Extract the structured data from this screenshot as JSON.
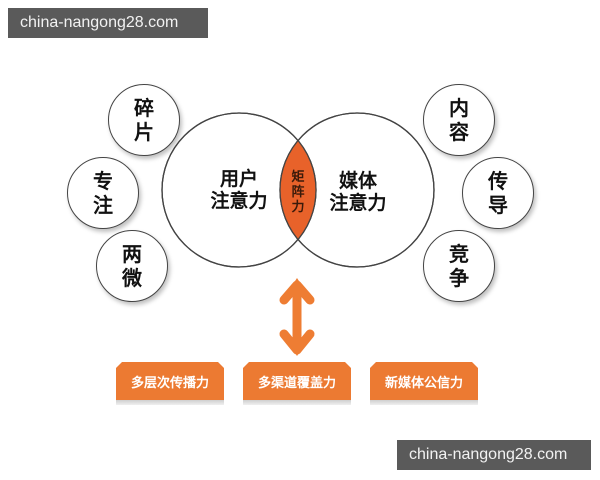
{
  "watermarks": {
    "top": "china-nangong28.com",
    "bottom": "china-nangong28.com"
  },
  "colors": {
    "accent_orange": "#ec7a32",
    "overlap_fill": "#e8622a",
    "circle_stroke": "#444444",
    "watermark_bg": "#5a5a5a"
  },
  "venn": {
    "left": {
      "line1": "用户",
      "line2": "注意力"
    },
    "right": {
      "line1": "媒体",
      "line2": "注意力"
    },
    "overlap": {
      "chars": [
        "矩",
        "阵",
        "力"
      ]
    }
  },
  "left_circles": [
    {
      "line1": "碎",
      "line2": "片"
    },
    {
      "line1": "专",
      "line2": "注"
    },
    {
      "line1": "两",
      "line2": "微"
    }
  ],
  "right_circles": [
    {
      "line1": "内",
      "line2": "容"
    },
    {
      "line1": "传",
      "line2": "导"
    },
    {
      "line1": "竞",
      "line2": "争"
    }
  ],
  "arrow": {
    "icon": "double-headed-vertical-arrow"
  },
  "boxes": [
    {
      "label": "多层次传播力"
    },
    {
      "label": "多渠道覆盖力"
    },
    {
      "label": "新媒体公信力"
    }
  ]
}
